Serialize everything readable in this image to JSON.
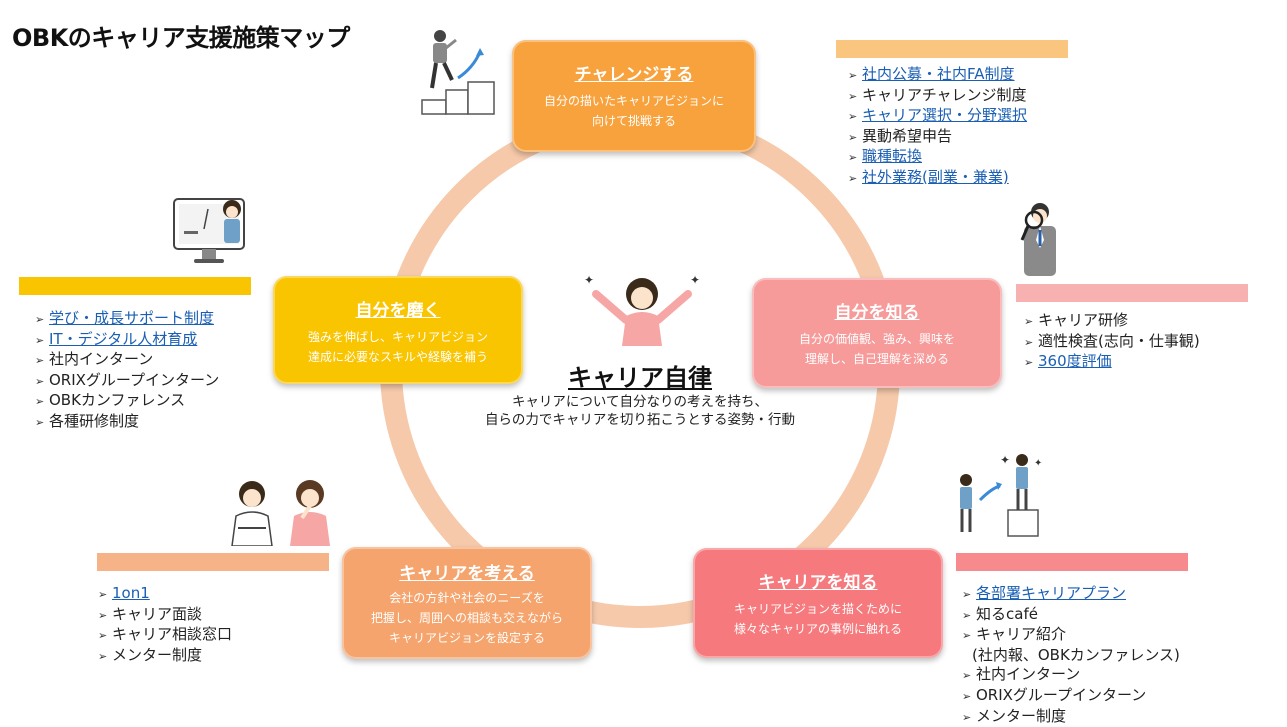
{
  "title": "OBKのキャリア支援施策マップ",
  "center": {
    "title": "キャリア自律",
    "desc_line1": "キャリアについて自分なりの考えを持ち、",
    "desc_line2": "自らの力でキャリアを切り拓こうとする姿勢・行動"
  },
  "boxes": {
    "challenge": {
      "title": "チャレンジする",
      "line1": "自分の描いたキャリアビジョンに",
      "line2": "向けて挑戦する"
    },
    "migaku": {
      "title": "自分を磨く",
      "line1": "強みを伸ばし、キャリアビジョン",
      "line2": "達成に必要なスキルや経験を補う"
    },
    "shiru": {
      "title": "自分を知る",
      "line1": "自分の価値観、強み、興味を",
      "line2": "理解し、自己理解を深める"
    },
    "kangaeru": {
      "title": "キャリアを考える",
      "line1": "会社の方針や社会のニーズを",
      "line2": "把握し、周囲への相談も交えながら",
      "line3": "キャリアビジョンを設定する"
    },
    "career": {
      "title": "キャリアを知る",
      "line1": "キャリアビジョンを描くために",
      "line2": "様々なキャリアの事例に触れる"
    }
  },
  "lists": {
    "challenge": [
      {
        "text": "社内公募・社内FA制度",
        "link": true
      },
      {
        "text": "キャリアチャレンジ制度",
        "link": false
      },
      {
        "text": "キャリア選択・分野選択",
        "link": true
      },
      {
        "text": "異動希望申告",
        "link": false
      },
      {
        "text": "職種転換",
        "link": true
      },
      {
        "text": "社外業務(副業・兼業)",
        "link": true
      }
    ],
    "migaku": [
      {
        "text": "学び・成長サポート制度",
        "link": true
      },
      {
        "text": "IT・デジタル人材育成",
        "link": true
      },
      {
        "text": "社内インターン",
        "link": false
      },
      {
        "text": "ORIXグループインターン",
        "link": false
      },
      {
        "text": "OBKカンファレンス",
        "link": false
      },
      {
        "text": "各種研修制度",
        "link": false
      }
    ],
    "shiru": [
      {
        "text": "キャリア研修",
        "link": false
      },
      {
        "text": "適性検査(志向・仕事観)",
        "link": false
      },
      {
        "text": "360度評価",
        "link": true
      }
    ],
    "kangaeru": [
      {
        "text": "1on1",
        "link": true
      },
      {
        "text": "キャリア面談",
        "link": false
      },
      {
        "text": "キャリア相談窓口",
        "link": false
      },
      {
        "text": "メンター制度",
        "link": false
      }
    ],
    "career": [
      {
        "text": "各部署キャリアプラン",
        "link": true
      },
      {
        "text": "知るcafé",
        "link": false
      },
      {
        "text": "キャリア紹介",
        "link": false
      },
      {
        "text": "(社内報、OBKカンファレンス)",
        "link": false,
        "sub": true
      },
      {
        "text": "社内インターン",
        "link": false
      },
      {
        "text": "ORIXグループインターン",
        "link": false
      },
      {
        "text": "メンター制度",
        "link": false
      }
    ]
  },
  "bullet": "➢",
  "colors": {
    "ring": "#f6c9aa",
    "challenge": "#f7a23c",
    "migaku": "#f9c400",
    "shiru": "#f79a9a",
    "kangaeru": "#f4a46c",
    "career": "#f67a7d",
    "link": "#1a5fb4"
  },
  "icons": [
    "stairs-climber-icon",
    "teacher-monitor-icon",
    "magnifier-person-icon",
    "cheering-person-icon",
    "two-people-icon",
    "people-podium-icon"
  ]
}
